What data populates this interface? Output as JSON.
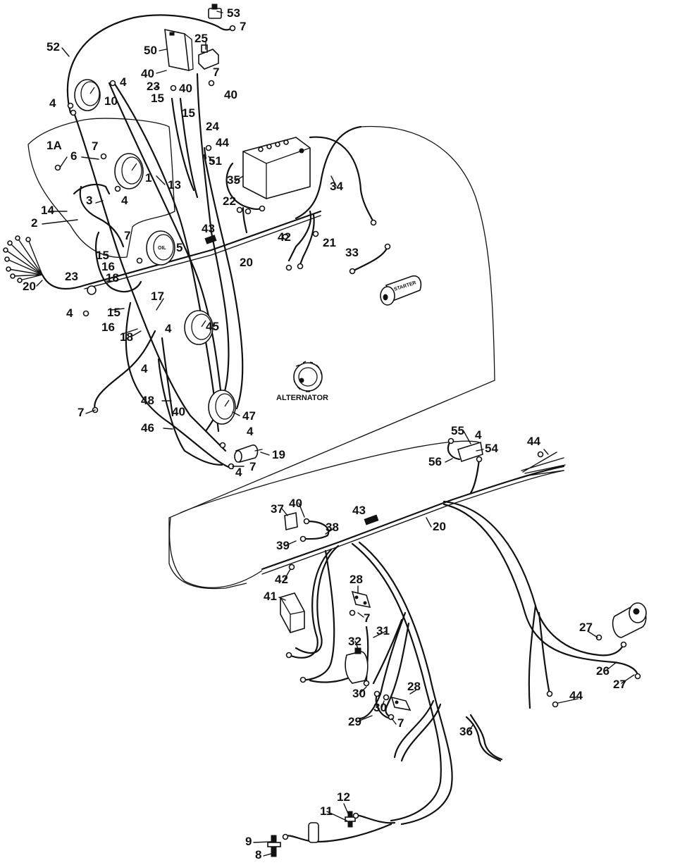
{
  "diagram": {
    "captions": {
      "alternator": "ALTERNATOR",
      "starter": "STARTER",
      "gauge_oil": "OIL"
    },
    "callouts": [
      "53",
      "7",
      "52",
      "50",
      "25",
      "40",
      "7",
      "23",
      "40",
      "4",
      "4",
      "10",
      "40",
      "15",
      "15",
      "24",
      "44",
      "1A",
      "6",
      "7",
      "1",
      "13",
      "51",
      "35",
      "34",
      "3",
      "4",
      "22",
      "14",
      "2",
      "43",
      "42",
      "21",
      "15",
      "7",
      "5",
      "33",
      "16",
      "18",
      "20",
      "23",
      "20",
      "4",
      "15",
      "17",
      "16",
      "18",
      "4",
      "45",
      "4",
      "7",
      "48",
      "40",
      "47",
      "46",
      "4",
      "7",
      "19",
      "4",
      "55",
      "4",
      "54",
      "56",
      "44",
      "37",
      "40",
      "43",
      "38",
      "20",
      "39",
      "42",
      "28",
      "41",
      "7",
      "31",
      "32",
      "27",
      "26",
      "27",
      "28",
      "30",
      "30",
      "44",
      "29",
      "7",
      "36",
      "12",
      "11",
      "9",
      "8"
    ]
  }
}
